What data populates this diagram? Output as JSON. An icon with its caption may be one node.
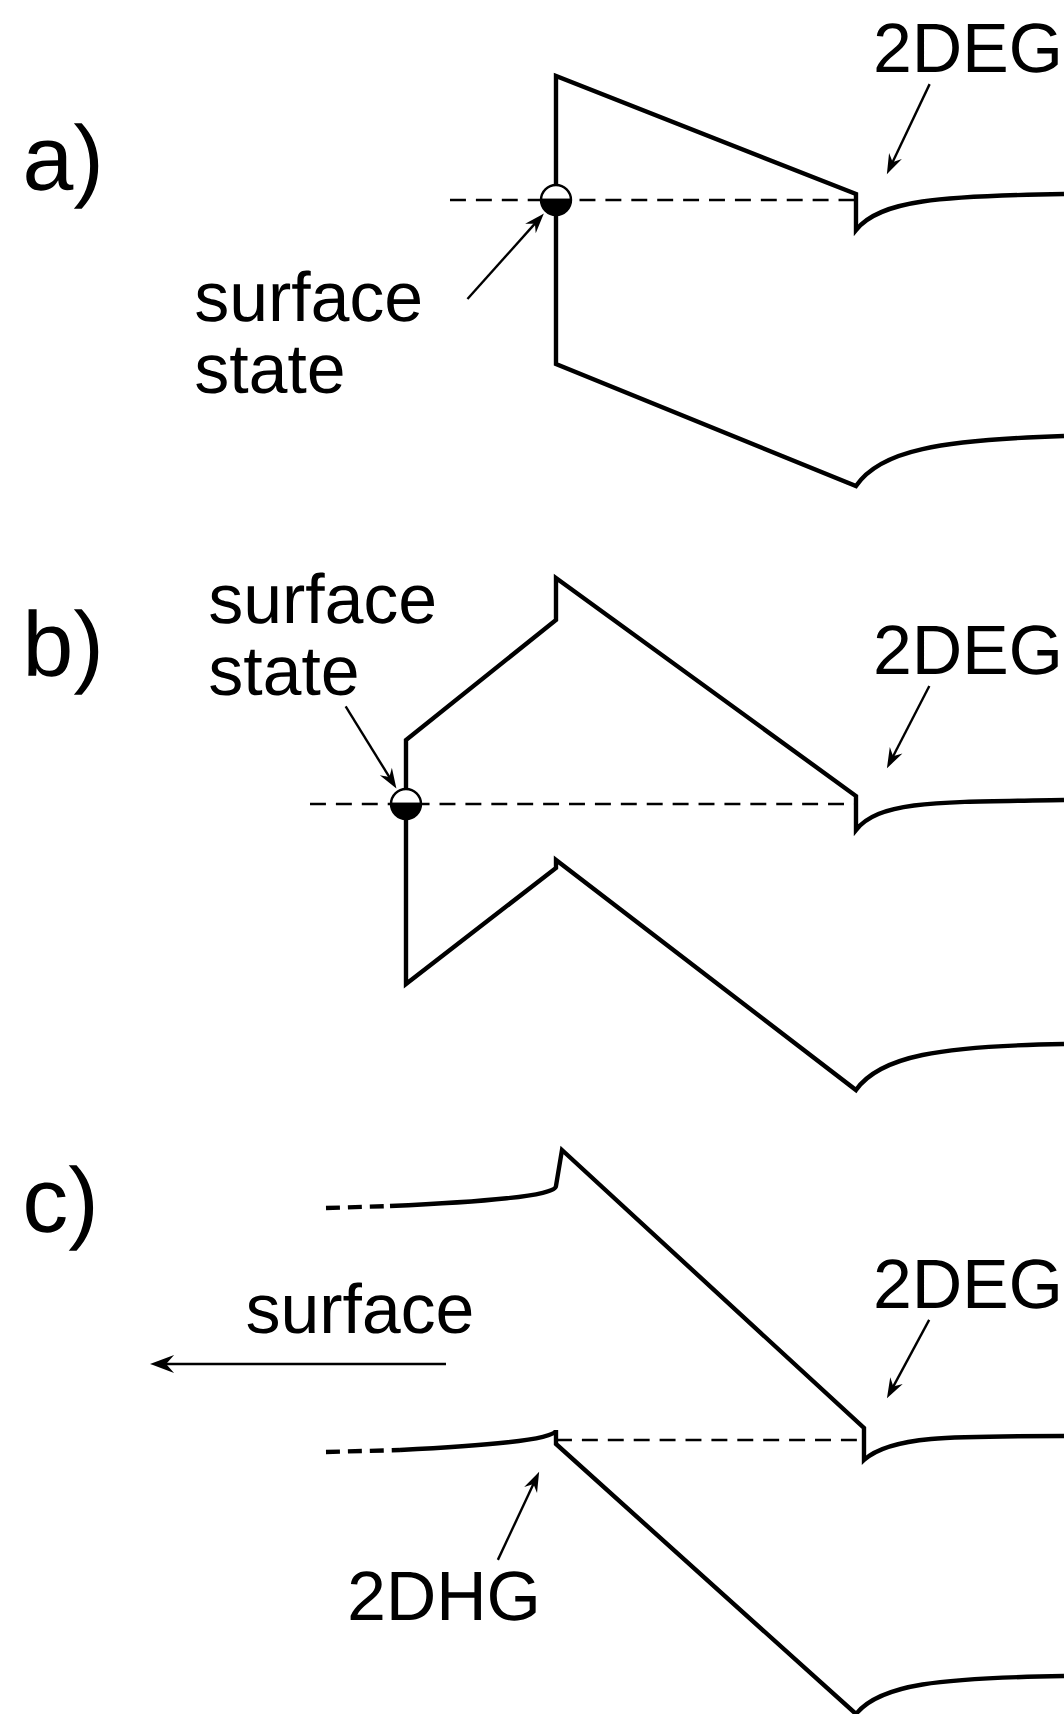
{
  "diagram": {
    "nodes": [
      {
        "text": [
          "2DEG"
        ]
      },
      {
        "text": [
          "surface state"
        ]
      },
      {
        "text": [],
        "shape": "circle"
      },
      {
        "text": [
          "surface state"
        ]
      },
      {
        "text": [],
        "shape": "circle"
      },
      {
        "text": [
          "2DEG"
        ]
      },
      {
        "text": [
          "2DEG"
        ]
      },
      {
        "text": [
          "2DHG"
        ]
      }
    ],
    "edges": [
      {
        "from": 0,
        "to": null,
        "arrow": "to"
      },
      {
        "from": 1,
        "to": 2,
        "arrow": "to"
      },
      {
        "from": 3,
        "to": 4,
        "arrow": "to"
      },
      {
        "from": 5,
        "to": null,
        "arrow": "to"
      },
      {
        "from": 6,
        "to": null,
        "arrow": "to"
      },
      {
        "from": 7,
        "to": null,
        "arrow": "to"
      }
    ],
    "labels": [
      "a)",
      "b)",
      "surface",
      "c)"
    ]
  }
}
